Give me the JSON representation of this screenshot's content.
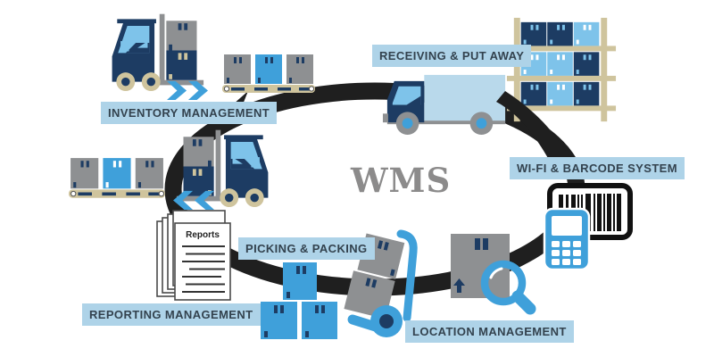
{
  "title": {
    "text": "WMS"
  },
  "labels": {
    "inventory": "INVENTORY MANAGEMENT",
    "receiving": "RECEIVING & PUT AWAY",
    "wifi": "WI-FI & BARCODE SYSTEM",
    "location": "LOCATION MANAGEMENT",
    "picking": "PICKING & PACKING",
    "reporting": "REPORTING MANAGEMENT"
  },
  "reports": {
    "title": "Reports"
  },
  "icons": {
    "cycle-ring": "black process cycle ring",
    "forklift-right": "forklift carrying boxes, facing right",
    "forklift-left": "forklift carrying boxes, facing left",
    "conveyor-top": "conveyor belt with three boxes",
    "conveyor-left": "conveyor belt with three boxes",
    "arrows-right": "blue double chevrons pointing right",
    "arrows-left": "blue double chevrons pointing left",
    "delivery-truck": "box delivery truck",
    "storage-rack": "warehouse shelving rack with boxes",
    "barcode-scanner": "handheld scanner over barcode card",
    "package-box": "cardboard box",
    "magnifier": "magnifying glass",
    "hand-truck": "hand truck with tilted boxes",
    "box-stack": "pyramid stack of three blue boxes",
    "reports-stack": "stack of report documents"
  },
  "colors": {
    "navy": "#1d3c63",
    "blue": "#3fa0da",
    "sky": "#7ec3ea",
    "pale": "#b9d9eb",
    "labelbg": "#aed3e8",
    "labeltext": "#33424e",
    "tan": "#cfc49d",
    "gray": "#8e9092",
    "ring": "#1f1f1f",
    "wms": "#8c8b8b"
  }
}
